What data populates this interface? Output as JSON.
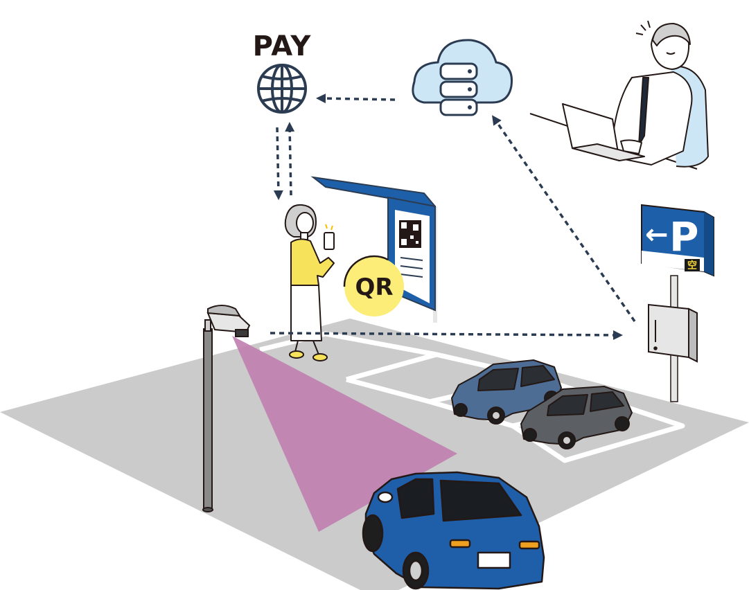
{
  "payment": {
    "label": "PAY",
    "icon": "globe-icon"
  },
  "qr_badge": {
    "label": "QR"
  },
  "parking_sign": {
    "arrow": "←",
    "letter": "P",
    "vacancy_text": "空"
  },
  "colors": {
    "lot_gray": "#cbcbcb",
    "sign_blue": "#1d5fa8",
    "camera_beam": "#c080b0",
    "qr_yellow": "#fbed78",
    "cloud_blue": "#cde6f6",
    "line_navy": "#2a3b52",
    "car_front_blue": "#1f5ea8",
    "car_parked_blue": "#4d6d95",
    "car_parked_gray": "#5c5f63",
    "shirt_yellow": "#f7e25c"
  }
}
